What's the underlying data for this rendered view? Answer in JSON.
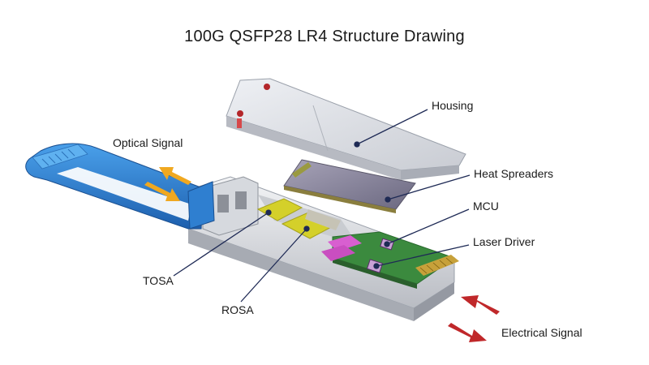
{
  "title": "100G QSFP28 LR4 Structure Drawing",
  "labels": {
    "housing": "Housing",
    "heat_spreaders": "Heat Spreaders",
    "mcu": "MCU",
    "laser_driver": "Laser Driver",
    "optical_signal": "Optical Signal",
    "tosa": "TOSA",
    "rosa": "ROSA",
    "electrical_signal": "Electrical Signal"
  },
  "colors": {
    "pull_tab": "#2f7fd0",
    "optical_arrow": "#f0a820",
    "electrical_arrow": "#c0282a",
    "leader_line": "#1e2a55",
    "pcb": "#3b8a3e",
    "rosa_plate": "#d4d02a",
    "connector_pads": "#d85fd0"
  },
  "icons": {
    "optical_arrows": "double-arrow-icon",
    "electrical_arrows": "double-arrow-icon"
  }
}
